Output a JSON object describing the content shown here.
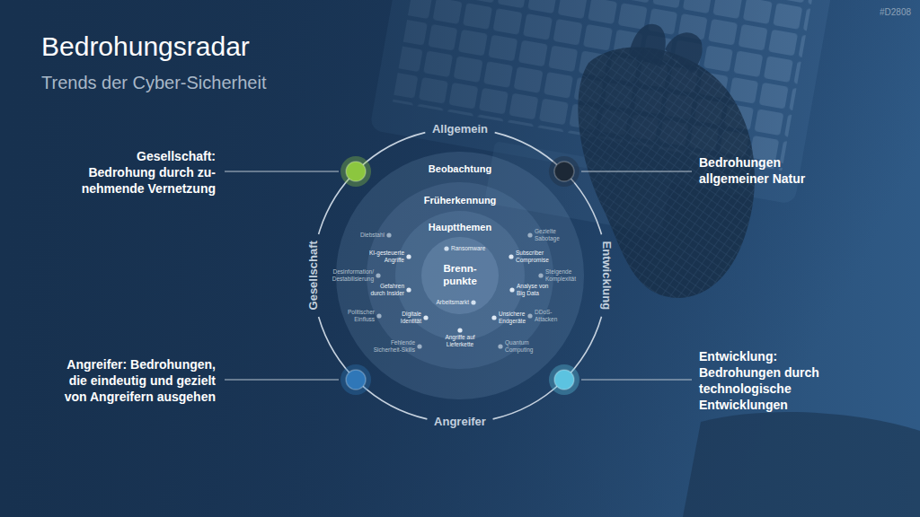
{
  "diagram": {
    "title": "Bedrohungsradar",
    "nodes": [
      {
        "text": [
          "Allgemein",
          "Entwicklung",
          "Angreifer",
          "Gesellschaft"
        ]
      },
      {
        "text": [
          "Beobachtung"
        ],
        "in": 0
      },
      {
        "text": [
          "Früherkennung",
          "Diebstahl",
          "Gezielte Sabotage",
          "Steigende Komplexität",
          "DDoS- Attacken",
          "Quantum Computing",
          "Fehlende Sicherheit-Skills",
          "Politischer Einfluss",
          "Desinformation/ Destabilisierung"
        ],
        "in": 1
      },
      {
        "text": [
          "Hauptthemen",
          "KI-gesteuerte Angriffe",
          "Subscriber Compromise",
          "Analyse von Big Data",
          "Unsichere Endgeräte",
          "Angriffe auf Lieferkette",
          "Digitale Identität",
          "Gefahren durch Insider"
        ],
        "in": 2
      },
      {
        "text": [
          "Brenn- punkte",
          "Ransomware",
          "Arbeitsmarkt"
        ],
        "in": 3
      }
    ],
    "labels": [
      "Trends der Cyber-Sicherheit",
      "#D2808",
      "Gesellschaft: Bedrohung durch zu- nehmende Vernetzung",
      "Bedrohungen allgemeiner Natur",
      "Angreifer: Bedrohungen, die eindeutig und gezielt von Angreifern ausgehen",
      "Entwicklung: Bedrohungen durch technologische Entwicklungen"
    ]
  }
}
